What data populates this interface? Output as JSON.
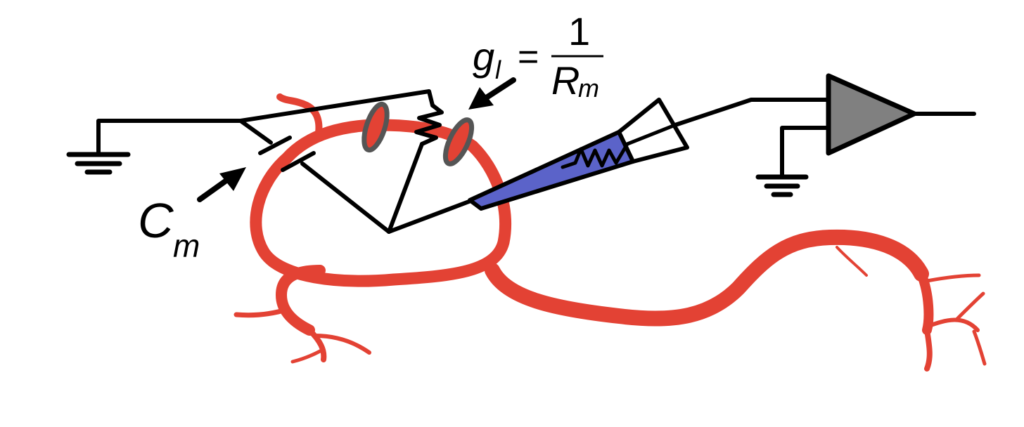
{
  "colors": {
    "neuron": "#e34234",
    "wire": "#000000",
    "pipette": "#5b63c9",
    "amplifier": "#808080",
    "channel_fill": "#e34234",
    "channel_outline": "#555555",
    "background": "#ffffff"
  },
  "labels": {
    "cm_main": "C",
    "cm_sub": "m",
    "gl_main": "g",
    "gl_sub": "l",
    "equals": "=",
    "numerator": "1",
    "denominator_main": "R",
    "denominator_sub": "m"
  },
  "icons": [
    "ground-symbol-icon",
    "capacitor-icon",
    "resistor-icon",
    "amplifier-icon",
    "ion-channel-icon",
    "arrow-icon"
  ]
}
